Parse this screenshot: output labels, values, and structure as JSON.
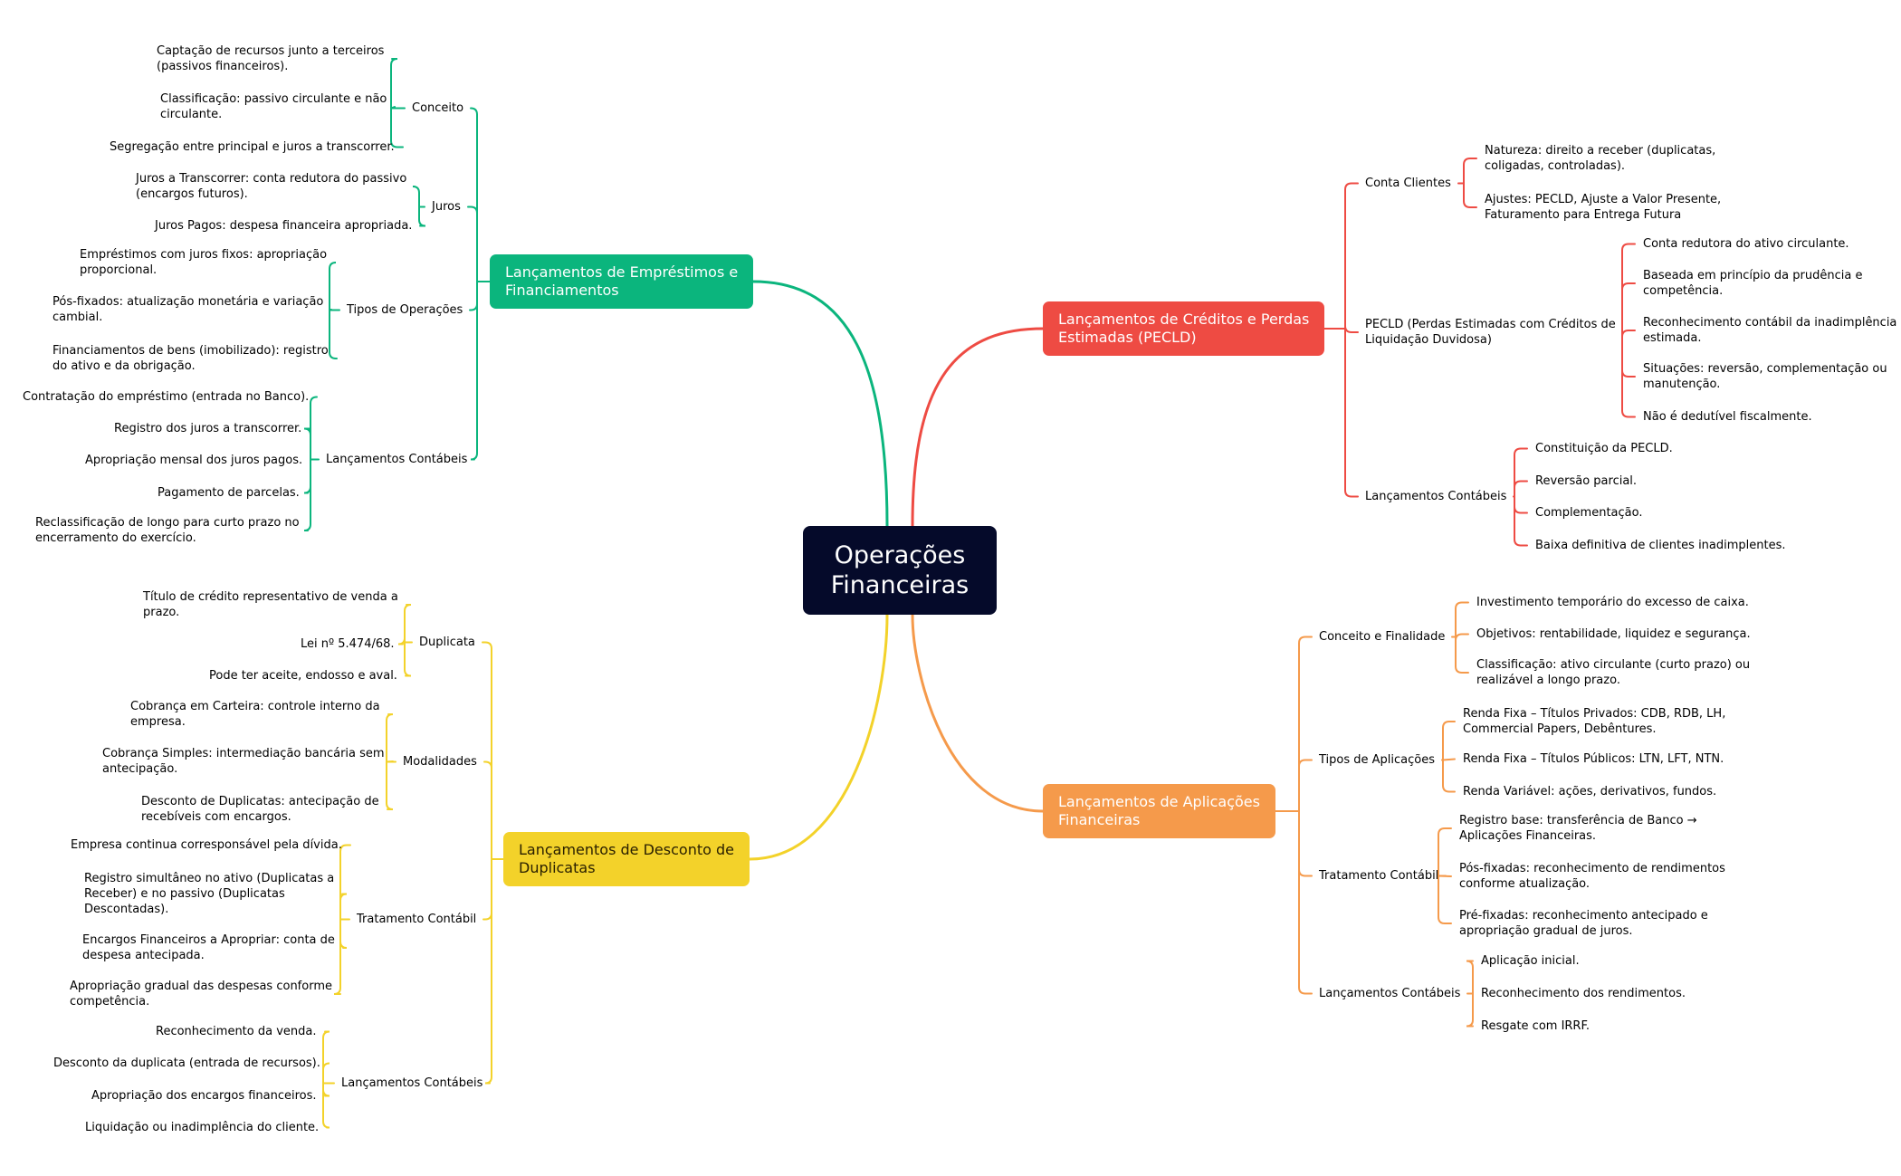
{
  "root": {
    "label": "Operações\nFinanceiras"
  },
  "colors": {
    "green": "#0bb57d",
    "red": "#ee4b43",
    "yellow": "#f3d22a",
    "orange": "#f59a4b",
    "root": "#050a2a"
  },
  "branches": {
    "emprestimos": {
      "title": "Lançamentos de Empréstimos e\nFinanciamentos",
      "groups": [
        {
          "label": "Conceito",
          "items": [
            "Captação de recursos junto a terceiros\n(passivos financeiros).",
            "Classificação: passivo circulante e não\ncirculante.",
            "Segregação entre principal e juros a transcorrer."
          ]
        },
        {
          "label": "Juros",
          "items": [
            "Juros a Transcorrer: conta redutora do passivo\n(encargos futuros).",
            "Juros Pagos: despesa financeira apropriada."
          ]
        },
        {
          "label": "Tipos de Operações",
          "items": [
            "Empréstimos com juros fixos: apropriação\nproporcional.",
            "Pós-fixados: atualização monetária e variação\ncambial.",
            "Financiamentos de bens (imobilizado): registro\ndo ativo e da obrigação."
          ]
        },
        {
          "label": "Lançamentos Contábeis",
          "items": [
            "Contratação do empréstimo (entrada no Banco).",
            "Registro dos juros a transcorrer.",
            "Apropriação mensal dos juros pagos.",
            "Pagamento de parcelas.",
            "Reclassificação de longo para curto prazo no\nencerramento do exercício."
          ]
        }
      ]
    },
    "duplicatas": {
      "title": "Lançamentos de Desconto de\nDuplicatas",
      "groups": [
        {
          "label": "Duplicata",
          "items": [
            "Título de crédito representativo de venda a\nprazo.",
            "Lei nº 5.474/68.",
            "Pode ter aceite, endosso e aval."
          ]
        },
        {
          "label": "Modalidades",
          "items": [
            "Cobrança em Carteira: controle interno da\nempresa.",
            "Cobrança Simples: intermediação bancária sem\nantecipação.",
            "Desconto de Duplicatas: antecipação de\nrecebíveis com encargos."
          ]
        },
        {
          "label": "Tratamento Contábil",
          "items": [
            "Empresa continua corresponsável pela dívida.",
            "Registro simultâneo no ativo (Duplicatas a\nReceber) e no passivo (Duplicatas\nDescontadas).",
            "Encargos Financeiros a Apropriar: conta de\ndespesa antecipada.",
            "Apropriação gradual das despesas conforme\ncompetência."
          ]
        },
        {
          "label": "Lançamentos Contábeis",
          "items": [
            "Reconhecimento da venda.",
            "Desconto da duplicata (entrada de recursos).",
            "Apropriação dos encargos financeiros.",
            "Liquidação ou inadimplência do cliente."
          ]
        }
      ]
    },
    "pecld": {
      "title": "Lançamentos de Créditos e Perdas\nEstimadas (PECLD)",
      "groups": [
        {
          "label": "Conta Clientes",
          "items": [
            "Natureza: direito a receber (duplicatas,\ncoligadas, controladas).",
            "Ajustes: PECLD, Ajuste a Valor Presente,\nFaturamento para Entrega Futura"
          ]
        },
        {
          "label": "PECLD (Perdas Estimadas com Créditos de\nLiquidação Duvidosa)",
          "items": [
            "Conta redutora do ativo circulante.",
            "Baseada em princípio da prudência e\ncompetência.",
            "Reconhecimento contábil da inadimplência\nestimada.",
            "Situações: reversão, complementação ou\nmanutenção.",
            "Não é dedutível fiscalmente."
          ]
        },
        {
          "label": "Lançamentos Contábeis",
          "items": [
            "Constituição da PECLD.",
            "Reversão parcial.",
            "Complementação.",
            "Baixa definitiva de clientes inadimplentes."
          ]
        }
      ]
    },
    "aplicacoes": {
      "title": "Lançamentos de Aplicações\nFinanceiras",
      "groups": [
        {
          "label": "Conceito e Finalidade",
          "items": [
            "Investimento temporário do excesso de caixa.",
            "Objetivos: rentabilidade, liquidez e segurança.",
            "Classificação: ativo circulante (curto prazo) ou\nrealizável a longo prazo."
          ]
        },
        {
          "label": "Tipos de Aplicações",
          "items": [
            "Renda Fixa – Títulos Privados: CDB, RDB, LH,\nCommercial Papers, Debêntures.",
            "Renda Fixa – Títulos Públicos: LTN, LFT, NTN.",
            "Renda Variável: ações, derivativos, fundos."
          ]
        },
        {
          "label": "Tratamento Contábil",
          "items": [
            "Registro base: transferência de Banco →\nAplicações Financeiras.",
            "Pós-fixadas: reconhecimento de rendimentos\nconforme atualização.",
            "Pré-fixadas: reconhecimento antecipado e\napropriação gradual de juros."
          ]
        },
        {
          "label": "Lançamentos Contábeis",
          "items": [
            "Aplicação inicial.",
            "Reconhecimento dos rendimentos.",
            "Resgate com IRRF."
          ]
        }
      ]
    }
  }
}
